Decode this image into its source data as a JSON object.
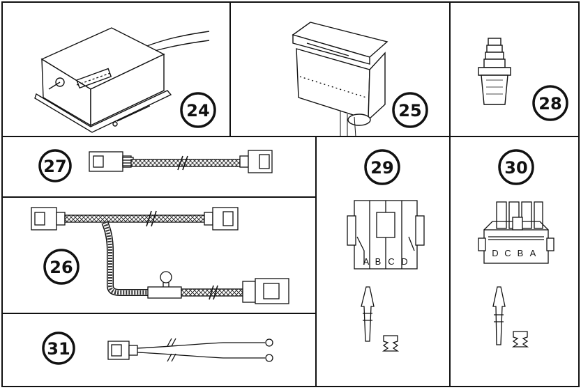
{
  "parts": {
    "p24": {
      "number": "24"
    },
    "p25": {
      "number": "25"
    },
    "p28": {
      "number": "28"
    },
    "p27": {
      "number": "27"
    },
    "p29": {
      "number": "29",
      "pins": [
        "A",
        "B",
        "C",
        "D"
      ]
    },
    "p30": {
      "number": "30",
      "pins": [
        "D",
        "C",
        "B",
        "A"
      ]
    },
    "p26": {
      "number": "26"
    },
    "p31": {
      "number": "31"
    }
  },
  "colors": {
    "line": "#111111",
    "background": "#ffffff"
  }
}
